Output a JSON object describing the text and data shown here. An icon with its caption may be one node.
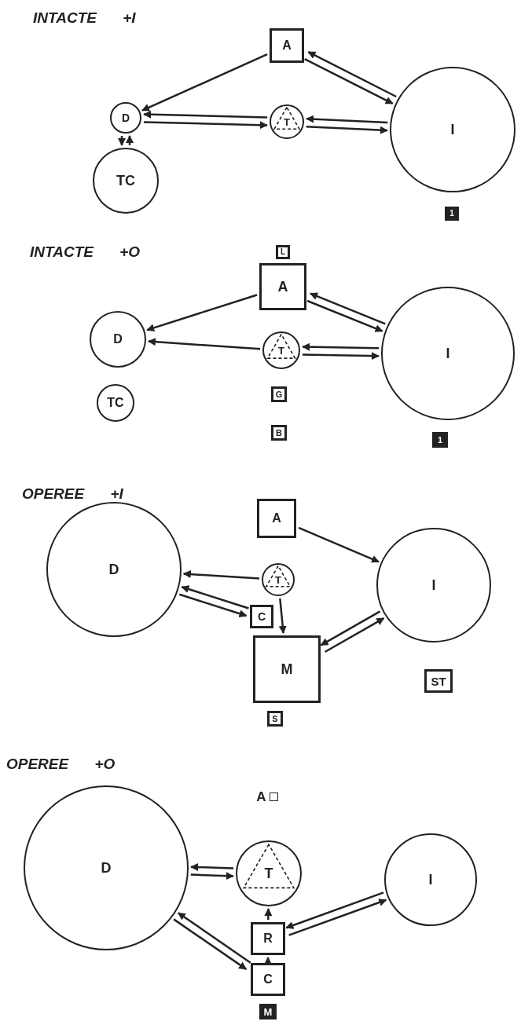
{
  "diagram": {
    "nodes": [
      {
        "text": [
          "A"
        ]
      },
      {
        "text": [
          "D"
        ]
      },
      {
        "text": [
          "T"
        ]
      },
      {
        "text": [
          "I"
        ]
      },
      {
        "text": [
          "TC"
        ]
      },
      {
        "text": [
          "1"
        ]
      },
      {
        "text": [
          "L"
        ]
      },
      {
        "text": [
          "A"
        ]
      },
      {
        "text": [
          "D"
        ]
      },
      {
        "text": [
          "T"
        ]
      },
      {
        "text": [
          "I"
        ]
      },
      {
        "text": [
          "TC"
        ]
      },
      {
        "text": [
          "G"
        ]
      },
      {
        "text": [
          "B"
        ]
      },
      {
        "text": [
          "1"
        ]
      },
      {
        "text": [
          "A"
        ]
      },
      {
        "text": [
          "D"
        ]
      },
      {
        "text": [
          "T"
        ]
      },
      {
        "text": [
          "C"
        ]
      },
      {
        "text": [
          "M"
        ]
      },
      {
        "text": [
          "I"
        ]
      },
      {
        "text": [
          "ST"
        ]
      },
      {
        "text": [
          "S"
        ]
      },
      {
        "text": [
          "A"
        ]
      },
      {
        "text": [
          "D"
        ]
      },
      {
        "text": [
          "T"
        ]
      },
      {
        "text": [
          "I"
        ]
      },
      {
        "text": [
          "R"
        ]
      },
      {
        "text": [
          "C"
        ]
      },
      {
        "text": [
          "M"
        ]
      }
    ],
    "edges": [
      {
        "from": 0,
        "to": 1,
        "arrow": "to"
      },
      {
        "from": 3,
        "to": 0,
        "arrow": "to"
      },
      {
        "from": 0,
        "to": 3,
        "arrow": "to"
      },
      {
        "from": 1,
        "to": 2,
        "arrow": "to"
      },
      {
        "from": 2,
        "to": 1,
        "arrow": "to"
      },
      {
        "from": 2,
        "to": 3,
        "arrow": "to"
      },
      {
        "from": 3,
        "to": 2,
        "arrow": "to"
      },
      {
        "from": 4,
        "to": 1,
        "arrow": "to"
      },
      {
        "from": 1,
        "to": 4,
        "arrow": "to"
      },
      {
        "from": 7,
        "to": 8,
        "arrow": "to"
      },
      {
        "from": 7,
        "to": 10,
        "arrow": "to"
      },
      {
        "from": 10,
        "to": 7,
        "arrow": "to"
      },
      {
        "from": 9,
        "to": 8,
        "arrow": "to"
      },
      {
        "from": 9,
        "to": 10,
        "arrow": "to"
      },
      {
        "from": 10,
        "to": 9,
        "arrow": "to"
      },
      {
        "from": 15,
        "to": 20,
        "arrow": "to"
      },
      {
        "from": 17,
        "to": 16,
        "arrow": "to"
      },
      {
        "from": 18,
        "to": 16,
        "arrow": "to"
      },
      {
        "from": 16,
        "to": 18,
        "arrow": "to"
      },
      {
        "from": 17,
        "to": 19,
        "arrow": "to"
      },
      {
        "from": 19,
        "to": 20,
        "arrow": "to"
      },
      {
        "from": 20,
        "to": 19,
        "arrow": "to"
      },
      {
        "from": 24,
        "to": 25,
        "arrow": "to"
      },
      {
        "from": 25,
        "to": 24,
        "arrow": "to"
      },
      {
        "from": 27,
        "to": 25,
        "arrow": "to"
      },
      {
        "from": 28,
        "to": 27,
        "arrow": "to"
      },
      {
        "from": 28,
        "to": 24,
        "arrow": "to"
      },
      {
        "from": 24,
        "to": 28,
        "arrow": "to"
      },
      {
        "from": 27,
        "to": 26,
        "arrow": "to"
      },
      {
        "from": 26,
        "to": 27,
        "arrow": "to"
      }
    ],
    "labels": [
      "INTACTE +I",
      "INTACTE +O",
      "OPEREE +I",
      "OPEREE +O"
    ]
  }
}
